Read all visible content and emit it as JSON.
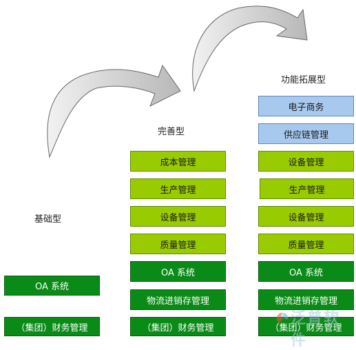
{
  "columns": {
    "basic": {
      "title": "基础型",
      "items": [
        {
          "label": "OA 系统",
          "color": "#0a8a17"
        },
        {
          "label": "（集团）财务管理",
          "color": "#0a8a17"
        }
      ]
    },
    "complete": {
      "title": "完善型",
      "items": [
        {
          "label": "成本管理",
          "color": "#99cc00"
        },
        {
          "label": "生产管理",
          "color": "#99cc00"
        },
        {
          "label": "设备管理",
          "color": "#99cc00"
        },
        {
          "label": "质量管理",
          "color": "#99cc00"
        },
        {
          "label": "OA 系统",
          "color": "#0a8a17"
        },
        {
          "label": "物流进销存管理",
          "color": "#0a8a17"
        },
        {
          "label": "（集团）财务管理",
          "color": "#0a8a17"
        }
      ]
    },
    "extended": {
      "title": "功能拓展型",
      "items": [
        {
          "label": "电子商务",
          "color": "#a7c9ee"
        },
        {
          "label": "供应链管理",
          "color": "#a7c9ee"
        },
        {
          "label": "设备管理",
          "color": "#99cc00"
        },
        {
          "label": "生产管理",
          "color": "#99cc00"
        },
        {
          "label": "设备管理",
          "color": "#99cc00"
        },
        {
          "label": "质量管理",
          "color": "#99cc00"
        },
        {
          "label": "OA 系统",
          "color": "#0a8a17"
        },
        {
          "label": "物流进销存管理",
          "color": "#0a8a17"
        },
        {
          "label": "（集团）财务管理",
          "color": "#0a8a17"
        }
      ]
    }
  },
  "watermark": {
    "text": "泛普软件"
  }
}
